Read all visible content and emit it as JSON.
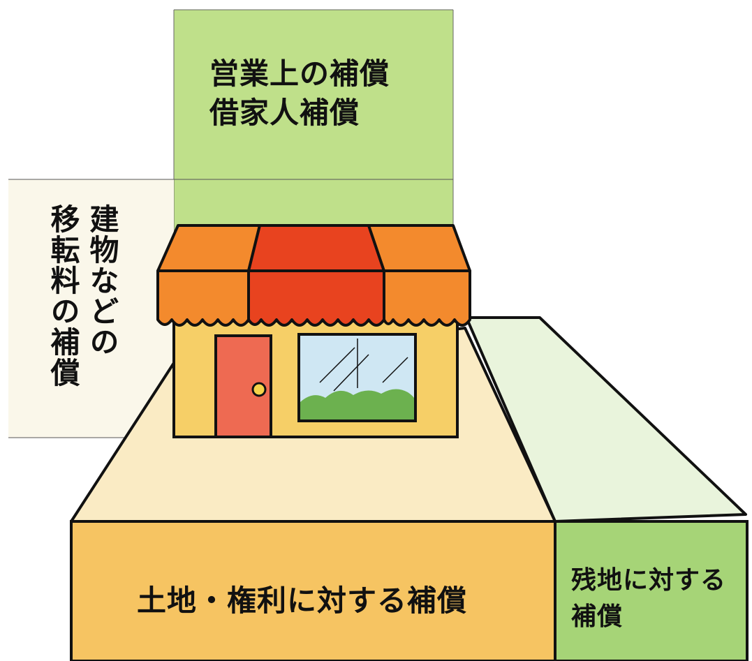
{
  "labels": {
    "business_compensation": [
      "営業上の補償",
      "借家人補償"
    ],
    "building_relocation": [
      "建物などの",
      "移転料の補償"
    ],
    "land_rights_compensation": "土地・権利に対する補償",
    "remnant_land_compensation": [
      "残地に対する",
      "補償"
    ]
  },
  "colors": {
    "business_green": "#bfe08a",
    "remnant_green": "#a6d477",
    "remnant_side_light": "#e9f4dc",
    "land_orange": "#f6c462",
    "land_top_light": "#faebc4",
    "building_panel_light": "#faf7ea",
    "shop_wall": "#f6cf67",
    "door": "#ee6a52",
    "door_knob": "#f5d34a",
    "window_sky": "#cfe7f3",
    "window_bushes": "#6cb14f",
    "awning_orange": "#f38a2d",
    "awning_red": "#e8431f",
    "outline": "#111111"
  },
  "icons": [
    "shop-icon",
    "door-icon",
    "window-icon",
    "awning-icon"
  ]
}
